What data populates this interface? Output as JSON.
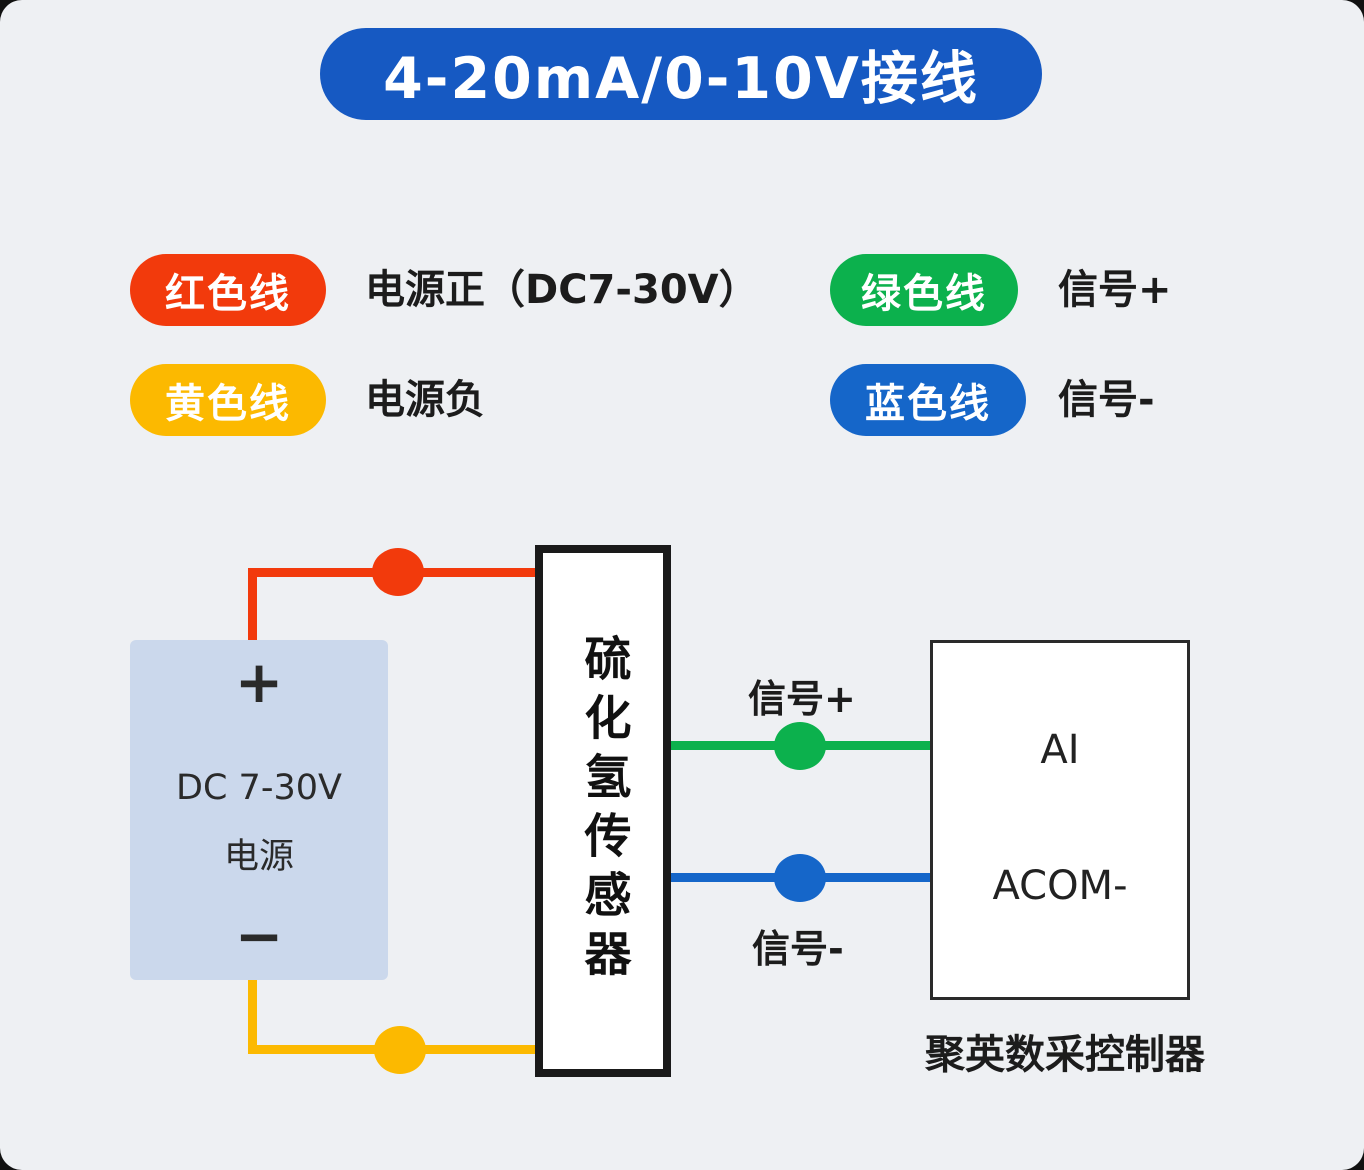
{
  "title": "4-20mA/0-10V接线",
  "legend": {
    "items": [
      {
        "pill": "红色线",
        "color": "#f23a0c",
        "desc": "电源正（DC7-30V）"
      },
      {
        "pill": "黄色线",
        "color": "#fcb900",
        "desc": "电源负"
      },
      {
        "pill": "绿色线",
        "color": "#0cb14d",
        "desc": "信号+"
      },
      {
        "pill": "蓝色线",
        "color": "#1566c9",
        "desc": "信号-"
      }
    ]
  },
  "diagram": {
    "power_box": {
      "plus": "+",
      "line1": "DC 7-30V",
      "line2": "电源",
      "minus": "−"
    },
    "sensor_label": "硫化氢传感器",
    "signal_plus_label": "信号+",
    "signal_minus_label": "信号-",
    "controller": {
      "ai": "AI",
      "acom": "ACOM-"
    },
    "controller_caption": "聚英数采控制器",
    "wire_colors": {
      "red": "#f23a0c",
      "yellow": "#fcb900",
      "green": "#0cb14d",
      "blue": "#1566c9"
    },
    "title_color": "#1659c2"
  }
}
